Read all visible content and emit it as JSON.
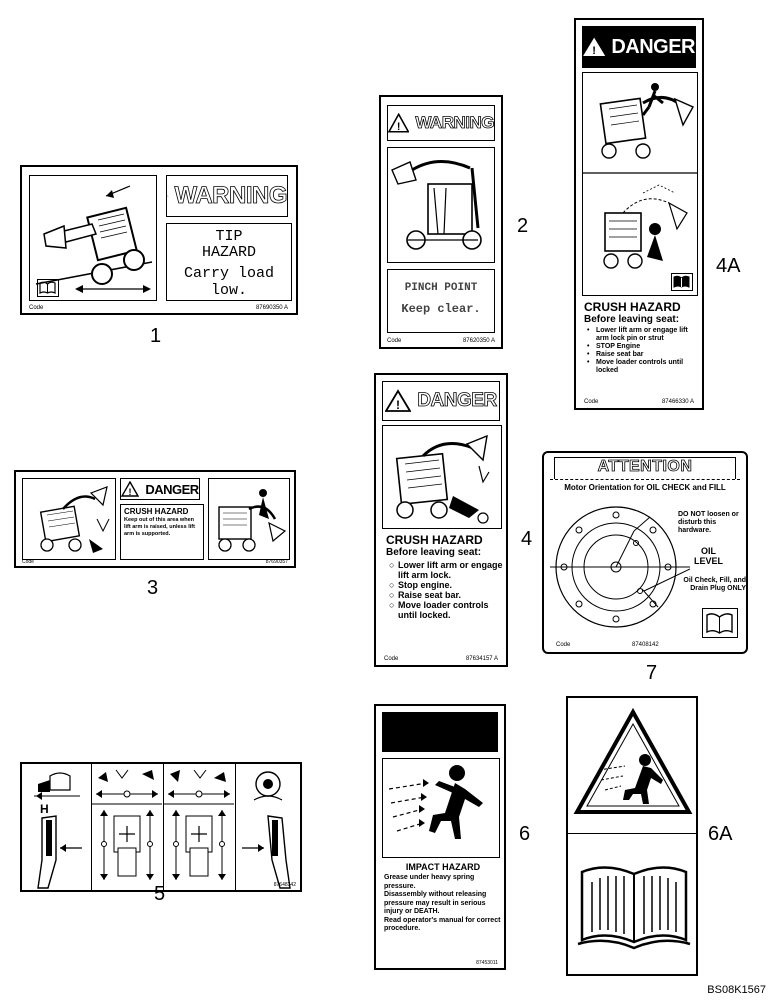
{
  "callouts": {
    "d1": "1",
    "d2": "2",
    "d3": "3",
    "d4": "4",
    "d4a": "4A",
    "d5": "5",
    "d6": "6",
    "d6a": "6A",
    "d7": "7"
  },
  "figure_id": "BS08K1567",
  "decal1": {
    "header": "WARNING",
    "title": "TIP\nHAZARD",
    "message": "Carry load\nlow.",
    "code_left": "Code",
    "code_right": "87690350 A"
  },
  "decal2": {
    "header": "WARNING",
    "message1": "PINCH POINT",
    "message2": "Keep clear.",
    "code_left": "Code",
    "code_right": "87620350 A"
  },
  "decal3": {
    "header": "DANGER",
    "title": "CRUSH HAZARD",
    "message": "Keep out of this area when lift arm is raised, unless lift arm is supported.",
    "code_left": "Code",
    "code_right": "87690357"
  },
  "decal4": {
    "header": "DANGER",
    "title": "CRUSH HAZARD",
    "subtitle": "Before leaving seat:",
    "items": [
      "Lower lift arm or engage lift arm lock.",
      "Stop engine.",
      "Raise seat bar.",
      "Move loader controls until locked."
    ],
    "code_left": "Code",
    "code_right": "87634157 A"
  },
  "decal4a": {
    "header": "DANGER",
    "title": "CRUSH HAZARD",
    "subtitle": "Before leaving seat:",
    "items": [
      "Lower lift arm or engage lift arm lock pin or strut",
      "STOP Engine",
      "Raise seat bar",
      "Move loader controls until locked"
    ],
    "code_left": "Code",
    "code_right": "87466330 A"
  },
  "decal5": {
    "letter": "H",
    "code": "87648342"
  },
  "decal6": {
    "title": "IMPACT HAZARD",
    "message": "Grease under heavy spring pressure.\nDisassembly without releasing pressure may result in serious injury or DEATH.\nRead operator's manual for correct procedure.",
    "code": "87453011"
  },
  "decal7": {
    "header": "ATTENTION",
    "subtitle": "Motor Orientation for OIL CHECK and FILL",
    "note1": "DO NOT loosen or disturb this hardware.",
    "note2a": "OIL",
    "note2b": "LEVEL",
    "note3": "Oil Check, Fill, and Drain Plug ONLY",
    "code_left": "Code",
    "code_right": "87408142"
  }
}
